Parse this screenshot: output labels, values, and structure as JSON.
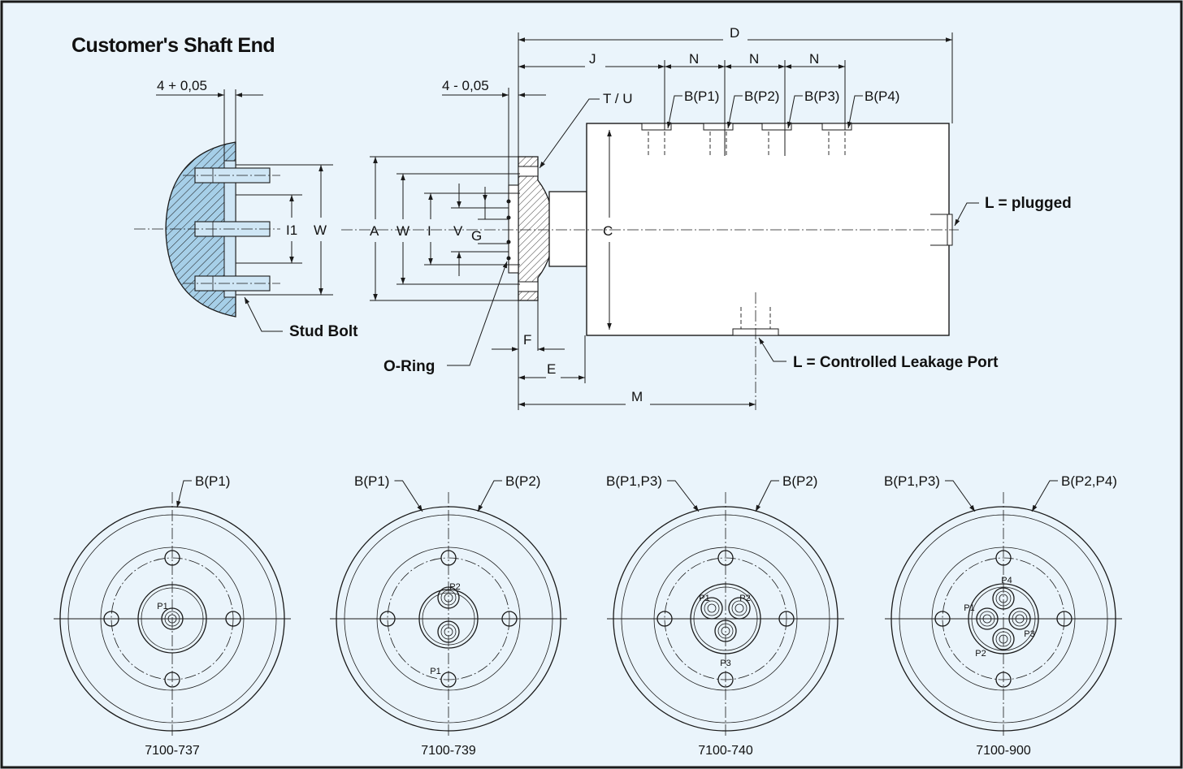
{
  "title": "Customer's Shaft End",
  "colors": {
    "background": "#eaf4fb",
    "hatch_fill": "#a6cfe8",
    "frame": "#1a1a1a"
  },
  "shaft_end": {
    "tolerance": "4 + 0,05",
    "dim_i1": "I1",
    "dim_w": "W",
    "stud_bolt": "Stud Bolt"
  },
  "union": {
    "tolerance": "4 - 0,05",
    "dims": {
      "A": "A",
      "W": "W",
      "I": "I",
      "V": "V",
      "G": "G",
      "C": "C",
      "D": "D",
      "J": "J",
      "N": "N",
      "E": "E",
      "F": "F",
      "M": "M",
      "TU": "T / U"
    },
    "ports": [
      "B(P1)",
      "B(P2)",
      "B(P3)",
      "B(P4)"
    ],
    "o_ring": "O-Ring",
    "l_plugged": "L = plugged",
    "l_leakage": "L = Controlled Leakage Port"
  },
  "end_views": [
    {
      "model": "7100-737",
      "callouts": [
        "B(P1)"
      ],
      "port_labels": [
        "P1"
      ]
    },
    {
      "model": "7100-739",
      "callouts": [
        "B(P1)",
        "B(P2)"
      ],
      "port_labels": [
        "P2",
        "P1"
      ]
    },
    {
      "model": "7100-740",
      "callouts": [
        "B(P1,P3)",
        "B(P2)"
      ],
      "port_labels": [
        "P1",
        "P2",
        "P3"
      ]
    },
    {
      "model": "7100-900",
      "callouts": [
        "B(P1,P3)",
        "B(P2,P4)"
      ],
      "port_labels": [
        "P4",
        "P1",
        "P3",
        "P2"
      ]
    }
  ]
}
